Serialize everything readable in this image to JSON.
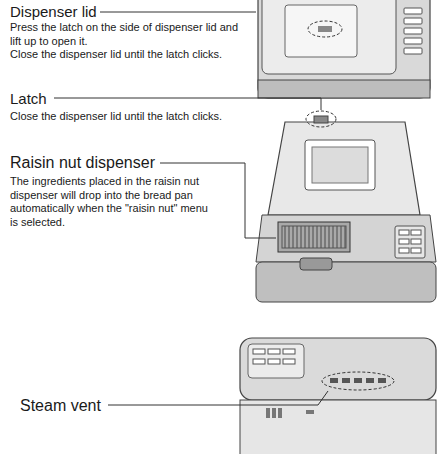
{
  "diagram": {
    "labels": [
      "Dispenser lid",
      "Press the latch on the side of dispenser lid and lift up to open it.",
      "Close the dispenser lid until the latch clicks.",
      "Latch",
      "Close the dispenser lid until the latch clicks.",
      "Raisin nut dispenser",
      "The ingredients placed in the raisin nut dispenser will drop into the bread pan automatically when the \"raisin nut\" menu is selected.",
      "Steam vent"
    ]
  }
}
